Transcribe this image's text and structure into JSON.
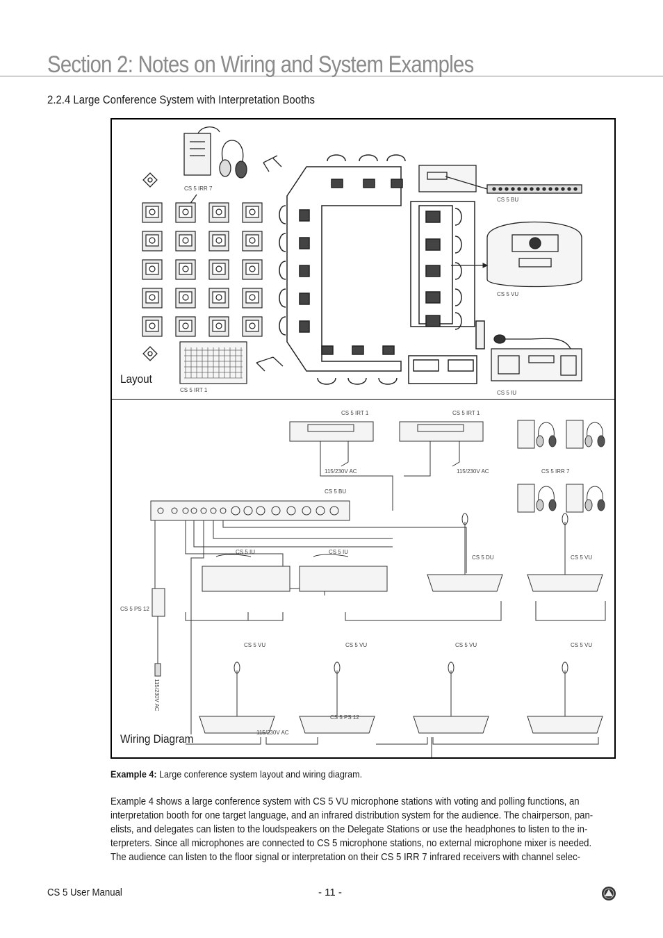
{
  "header": {
    "section_title": "Section 2: Notes on Wiring and System Examples",
    "subsection_title": "2.2.4 Large Conference System with Interpretation Booths"
  },
  "figure": {
    "layout_label": "Layout",
    "wiring_label": "Wiring Diagram",
    "layout_device_labels": {
      "irr7": "CS 5 IRR 7",
      "bu": "CS 5 BU",
      "vu": "CS 5 VU",
      "irt1": "CS 5 IRT 1",
      "iu": "CS 5 IU"
    },
    "wiring_device_labels": {
      "irt1_left": "CS 5 IRT 1",
      "irt1_right": "CS 5 IRT 1",
      "ac_left": "115/230V AC",
      "ac_right": "115/230V AC",
      "irr7": "CS 5 IRR 7",
      "bu": "CS 5 BU",
      "iu_left": "CS 5 IU",
      "iu_right": "CS 5 IU",
      "du": "CS 5 DU",
      "vu_top": "CS 5 VU",
      "ps12_left": "CS 5 PS 12",
      "ac_vertical": "115/230V AC",
      "vu_1": "CS 5 VU",
      "vu_2": "CS 5 VU",
      "vu_3": "CS 5 VU",
      "vu_4": "CS 5 VU",
      "ps12_bottom": "CS 5 PS 12",
      "ac_bottom": "115/230V AC"
    }
  },
  "caption": {
    "label": "Example 4:",
    "text": "Large conference system layout and wiring diagram."
  },
  "body": {
    "lines": [
      "Example 4 shows a large conference system with CS 5 VU microphone stations with voting and polling functions, an",
      "interpretation booth for one target language, and an infrared distribution system for the audience. The chairperson, pan-",
      "elists, and delegates can listen to the loudspeakers on the Delegate Stations or use the headphones to listen to the in-",
      "terpreters. Since all microphones are connected to CS 5 microphone stations, no external microphone mixer is needed.",
      "The audience can listen to the floor signal or interpretation on their CS 5 IRR 7 infrared receivers with channel selec-"
    ]
  },
  "footer": {
    "manual_name": "CS 5 User Manual",
    "page_number": "- 11 -"
  }
}
